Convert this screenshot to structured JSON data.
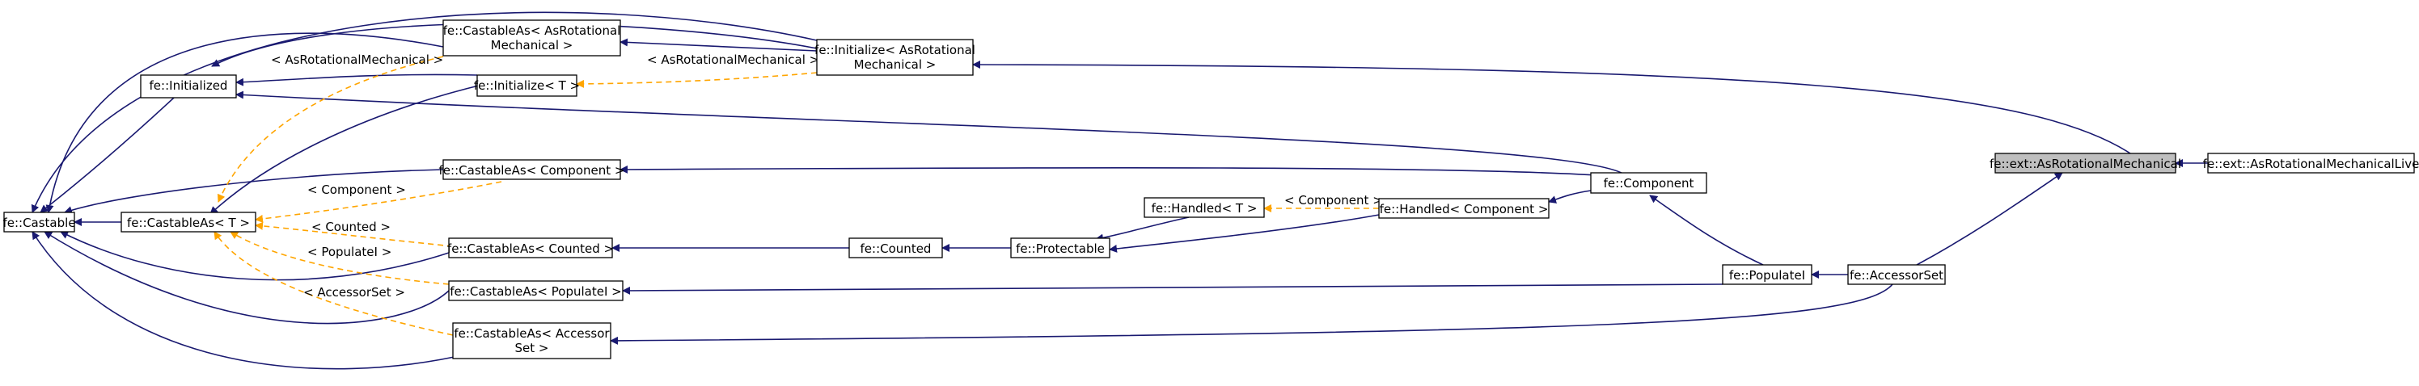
{
  "colors": {
    "inheritance_edge": "#191970",
    "template_edge": "#ffa500",
    "highlight_node": "#bfbfbf",
    "node_border": "#000000",
    "background": "#ffffff"
  },
  "nodes": {
    "castable": {
      "lines": [
        "fe::Castable"
      ]
    },
    "initialized": {
      "lines": [
        "fe::Initialized"
      ]
    },
    "castableas_t": {
      "lines": [
        "fe::CastableAs< T >"
      ]
    },
    "castableas_asrot": {
      "lines": [
        "fe::CastableAs< AsRotational",
        "Mechanical >"
      ]
    },
    "initialize_t": {
      "lines": [
        "fe::Initialize< T >"
      ]
    },
    "initialize_asrot": {
      "lines": [
        "fe::Initialize< AsRotational",
        "Mechanical >"
      ]
    },
    "castableas_component": {
      "lines": [
        "fe::CastableAs< Component >"
      ]
    },
    "castableas_counted": {
      "lines": [
        "fe::CastableAs< Counted >"
      ]
    },
    "castableas_populatei": {
      "lines": [
        "fe::CastableAs< PopulateI >"
      ]
    },
    "castableas_accessorset": {
      "lines": [
        "fe::CastableAs< Accessor",
        "Set >"
      ]
    },
    "counted": {
      "lines": [
        "fe::Counted"
      ]
    },
    "protectable": {
      "lines": [
        "fe::Protectable"
      ]
    },
    "handled_t": {
      "lines": [
        "fe::Handled< T >"
      ]
    },
    "handled_component": {
      "lines": [
        "fe::Handled< Component >"
      ]
    },
    "component": {
      "lines": [
        "fe::Component"
      ]
    },
    "populatei": {
      "lines": [
        "fe::PopulateI"
      ]
    },
    "accessorset": {
      "lines": [
        "fe::AccessorSet"
      ]
    },
    "asrotational": {
      "lines": [
        "fe::ext::AsRotationalMechanical"
      ]
    },
    "asrotational_live": {
      "lines": [
        "fe::ext::AsRotationalMechanicalLive"
      ]
    }
  },
  "edge_labels": {
    "asrot_mech": "< AsRotationalMechanical >",
    "asrot_mech_2": "< AsRotationalMechanical >",
    "component": "< Component >",
    "counted": "< Counted >",
    "populatei": "< PopulateI >",
    "accessorset": "< AccessorSet >",
    "handled_component": "< Component >"
  }
}
